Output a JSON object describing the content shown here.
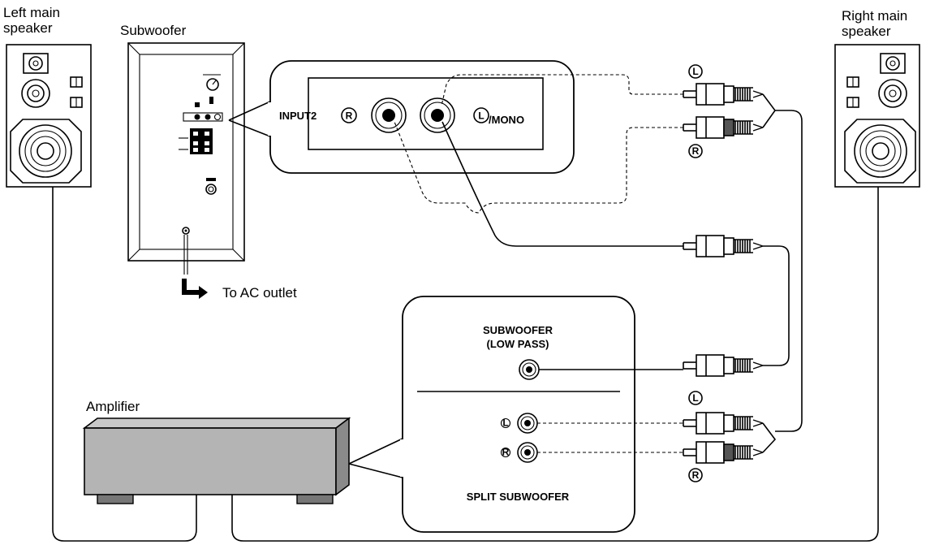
{
  "labels": {
    "left_speaker": [
      "Left main",
      "speaker"
    ],
    "right_speaker": [
      "Right main",
      "speaker"
    ],
    "subwoofer": "Subwoofer",
    "ac_outlet": "To AC outlet",
    "amplifier": "Amplifier"
  },
  "sub_panel": {
    "input_label": "INPUT2",
    "right_mark": "R",
    "left_mark": "L",
    "mono_suffix": "/MONO"
  },
  "amp_panel": {
    "subwoofer_out_line1": "SUBWOOFER",
    "subwoofer_out_line2": "(LOW PASS)",
    "split_label": "SPLIT SUBWOOFER",
    "left_mark": "L",
    "right_mark": "R"
  },
  "plug_marks": {
    "top_left": "L",
    "top_right": "R",
    "bottom_left": "L",
    "bottom_right": "R"
  },
  "colors": {
    "amplifier_fill": "#b4b4b4",
    "line": "#000000",
    "background": "#ffffff"
  }
}
